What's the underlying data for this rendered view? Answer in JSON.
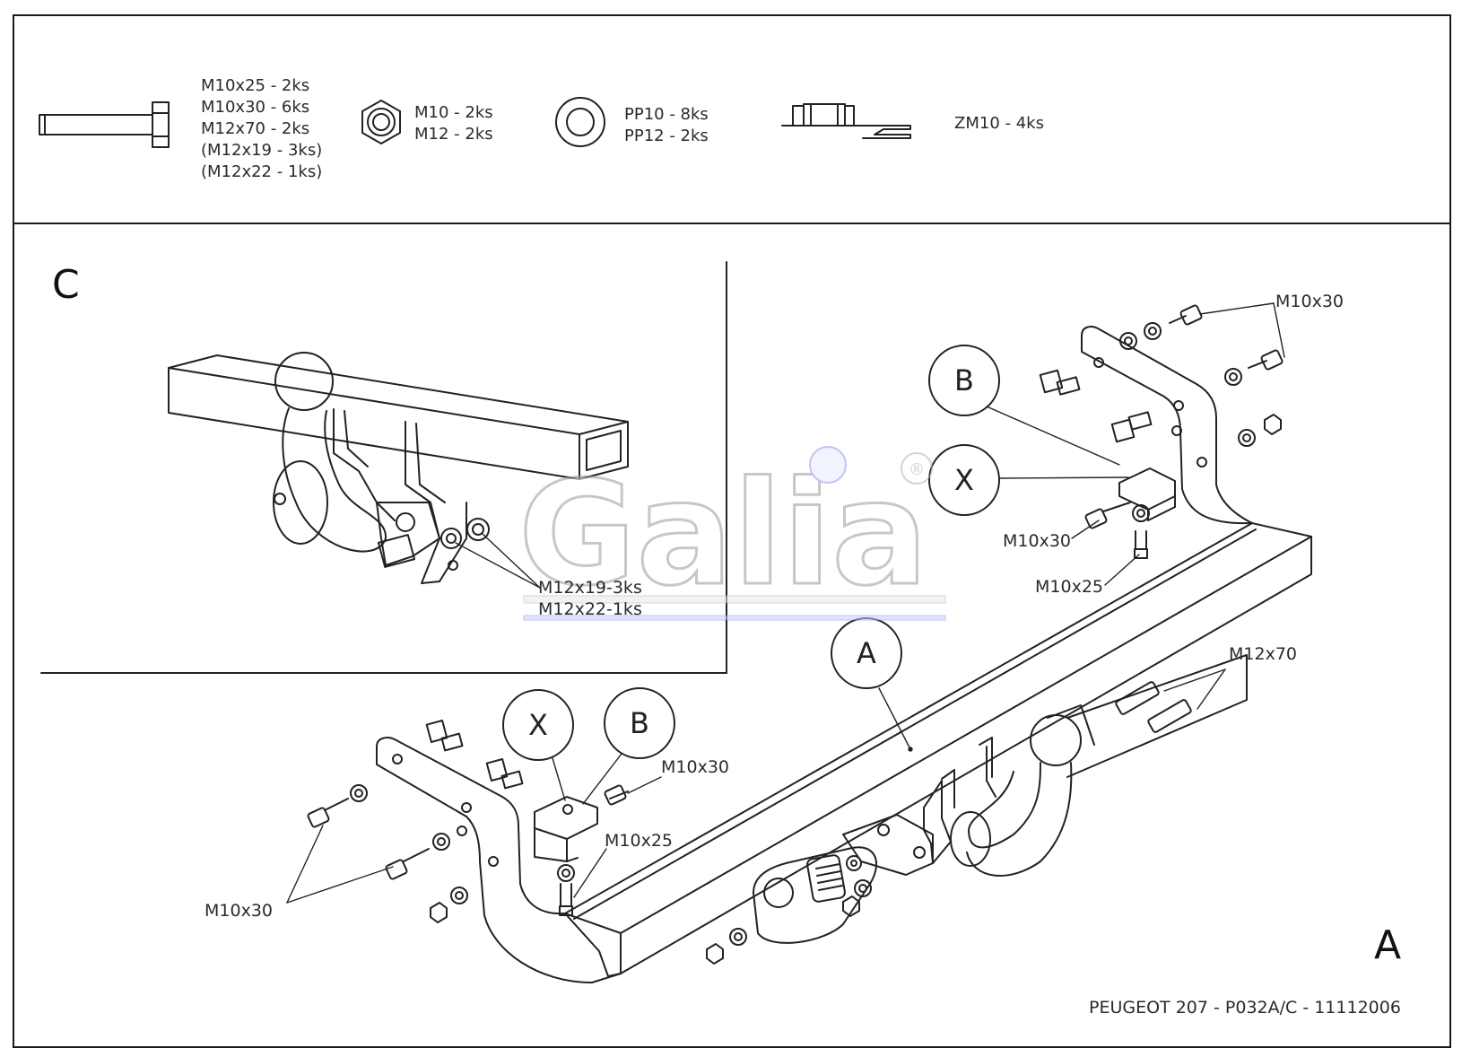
{
  "header": {
    "bolts": [
      "M10x25 - 2ks",
      "M10x30 - 6ks",
      "M12x70 - 2ks",
      "(M12x19 - 3ks)",
      "(M12x22 - 1ks)"
    ],
    "nuts": [
      "M10 - 2ks",
      "M12 - 2ks"
    ],
    "washers": [
      "PP10 - 8ks",
      "PP12 - 2ks"
    ],
    "clip_nut": "ZM10 - 4ks"
  },
  "inset": {
    "letter": "C",
    "labels": [
      "M12x19-3ks",
      "M12x22-1ks"
    ]
  },
  "main": {
    "letter": "A",
    "callouts": {
      "m10x30_top": "M10x30",
      "m10x30_right_mid": "M10x30",
      "m10x25_right": "M10x25",
      "m12x70": "M12x70",
      "m10x30_center": "M10x30",
      "m10x25_center": "M10x25",
      "m10x30_left": "M10x30"
    },
    "bubbles": {
      "b_top": "B",
      "x_top": "X",
      "a_main": "A",
      "x_bottom": "X",
      "b_bottom": "B"
    }
  },
  "watermark": {
    "brand": "Galia",
    "reg": "®"
  },
  "footer": {
    "caption": "PEUGEOT 207 - P032A/C - 11112006"
  }
}
